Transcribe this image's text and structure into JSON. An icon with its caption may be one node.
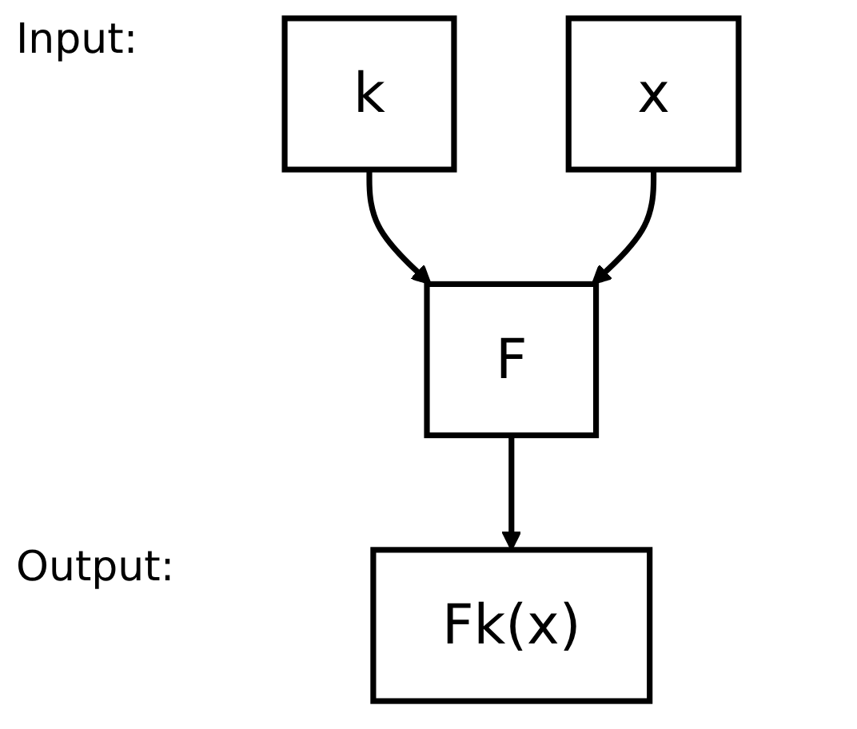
{
  "diagram": {
    "nodes": [
      {
        "text": [
          "k"
        ]
      },
      {
        "text": [
          "x"
        ]
      },
      {
        "text": [
          "F"
        ]
      },
      {
        "text": [
          "Fk(x)"
        ]
      }
    ],
    "edges": [
      {
        "from": 0,
        "to": 2,
        "arrow": "to"
      },
      {
        "from": 1,
        "to": 2,
        "arrow": "to"
      },
      {
        "from": 2,
        "to": 3,
        "arrow": "to"
      }
    ],
    "labels": [
      "Input:",
      "Output:"
    ]
  }
}
